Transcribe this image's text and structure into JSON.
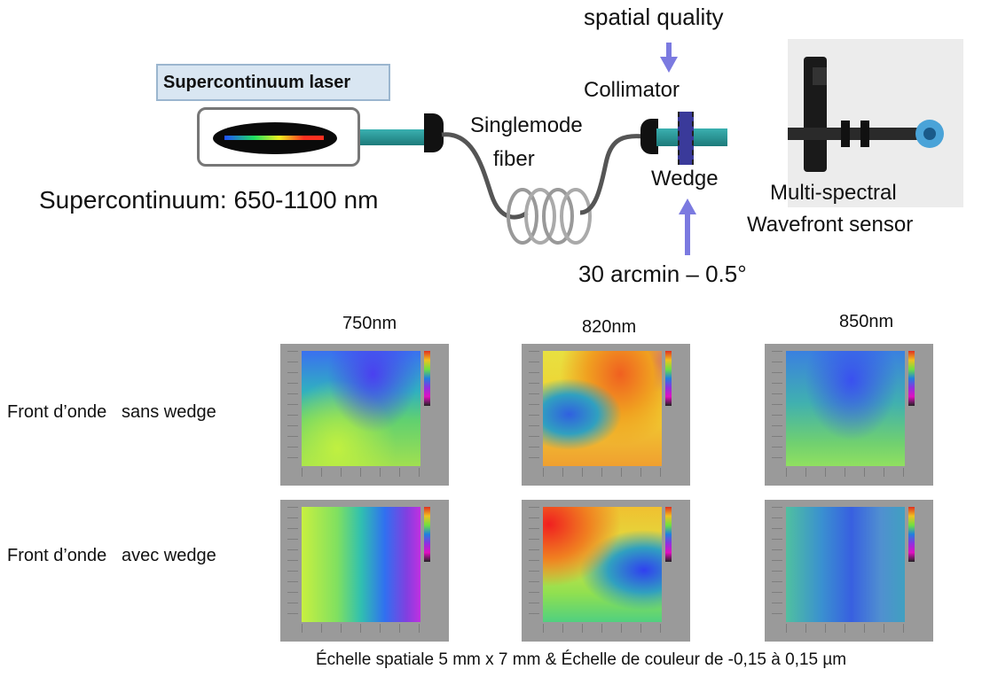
{
  "labels": {
    "spatial_quality": "spatial quality",
    "collimator": "Collimator",
    "supercontinuum_laser": "Supercontinuum laser",
    "singlemode_fiber_line1": "Singlemode",
    "singlemode_fiber_line2": "fiber",
    "supercontinuum_range": "Supercontinuum: 650-1100 nm",
    "wedge": "Wedge",
    "sensor_line1": "Multi-spectral",
    "sensor_line2": "Wavefront sensor",
    "wedge_angle": "30 arcmin – 0.5°"
  },
  "wavelengths": [
    "750nm",
    "820nm",
    "850nm"
  ],
  "rows": [
    {
      "label": "Front d’onde   sans wedge"
    },
    {
      "label": "Front d’onde   avec wedge"
    }
  ],
  "caption": "Échelle spatiale 5 mm x 7 mm & Échelle de couleur de -0,15 à 0,15 µm",
  "colors": {
    "arrow": "#7b7ae0",
    "fiber_cable": "#555555",
    "tube": "#2e9a9a",
    "wedge": "#3a3a9a"
  }
}
